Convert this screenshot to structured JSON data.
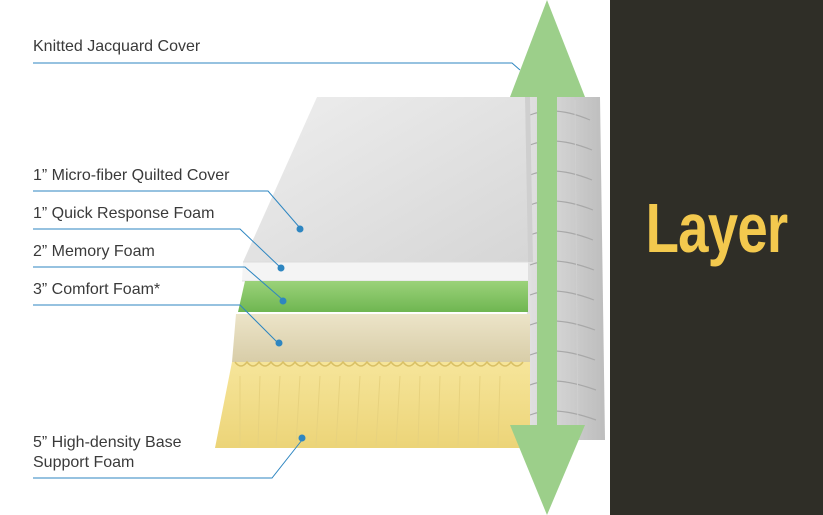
{
  "labels": {
    "cover": "Knitted Jacquard Cover",
    "quilted": "1” Micro-fiber Quilted Cover",
    "quick": "1” Quick Response Foam",
    "memory": "2” Memory Foam",
    "comfort": "3” Comfort Foam*",
    "base_line1": "5” High-density Base",
    "base_line2": "Support Foam"
  },
  "side_title": "Layer",
  "colors": {
    "panel": "#2f2e27",
    "title": "#f3c94e",
    "arrow": "#9ccf8a",
    "leader": "#2e86c1"
  }
}
